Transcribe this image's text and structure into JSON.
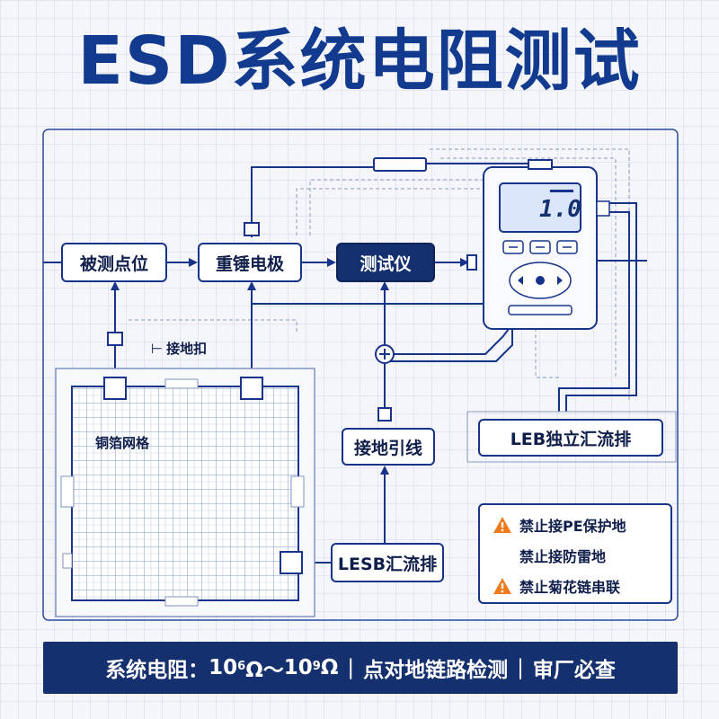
{
  "title": "ESD系统电阻测试",
  "nodes": {
    "test_point": "被测点位",
    "heavy_electrode": "重锤电极",
    "tester": "测试仪",
    "ground_lead": "接地引线",
    "leb_bar": "LEB独立汇流排",
    "lesb_bar": "LESB汇流排"
  },
  "labels": {
    "ground_snap": "接地扣",
    "copper_grid": "铜箔网格"
  },
  "meter": {
    "reading": "1.0"
  },
  "warnings": [
    {
      "text": "禁止接PE保护地",
      "icon": "warning-triangle-icon"
    },
    {
      "text": "禁止接防雷地",
      "icon": ""
    },
    {
      "text": "禁止菊花链串联",
      "icon": "warning-triangle-icon"
    }
  ],
  "footer": {
    "prefix": "系统电阻：",
    "base1": "10",
    "exp1": "6",
    "ohm1": "Ω～",
    "base2": "10",
    "exp2": "9",
    "ohm2": "Ω",
    "sep": "|",
    "item2": "点对地链路检测",
    "item3": "审厂必查"
  },
  "colors": {
    "primary": "#14306f",
    "line": "#17338a",
    "warning": "#f07a1a",
    "background": "#f4f6fb"
  }
}
